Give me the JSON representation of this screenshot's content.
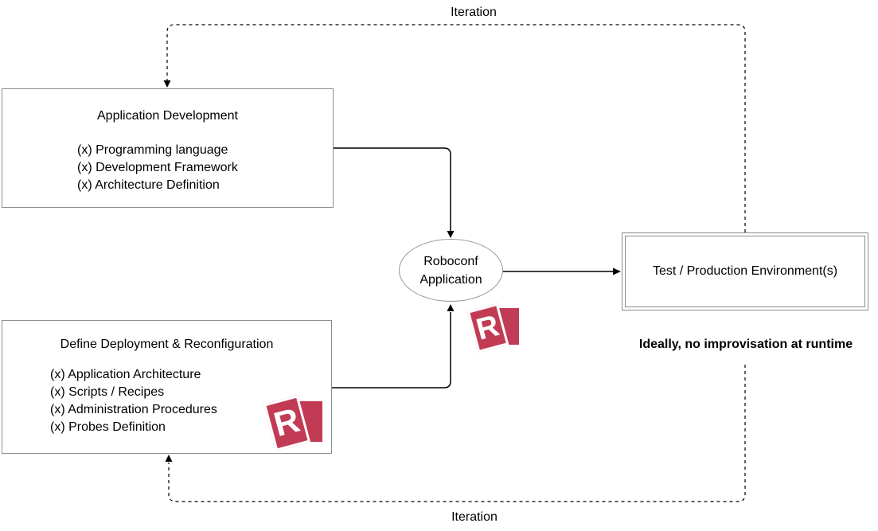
{
  "labels": {
    "iteration_top": "Iteration",
    "iteration_bottom": "Iteration",
    "runtime_note": "Ideally, no improvisation at runtime"
  },
  "nodes": {
    "app_dev": {
      "title": "Application Development",
      "items": [
        "(x) Programming language",
        "(x) Development Framework",
        "(x) Architecture Definition"
      ]
    },
    "deploy": {
      "title": "Define Deployment & Reconfiguration",
      "items": [
        "(x) Application Architecture",
        "(x) Scripts / Recipes",
        "(x) Administration Procedures",
        "(x) Probes Definition"
      ]
    },
    "roboconf": {
      "line1": "Roboconf",
      "line2": "Application"
    },
    "env": {
      "title": "Test / Production Environment(s)"
    }
  },
  "icons": {
    "roboconf_logo_letter": "R"
  },
  "colors": {
    "logo_red": "#c23b55",
    "box_border": "#8c8c8c",
    "connector": "#000000"
  }
}
